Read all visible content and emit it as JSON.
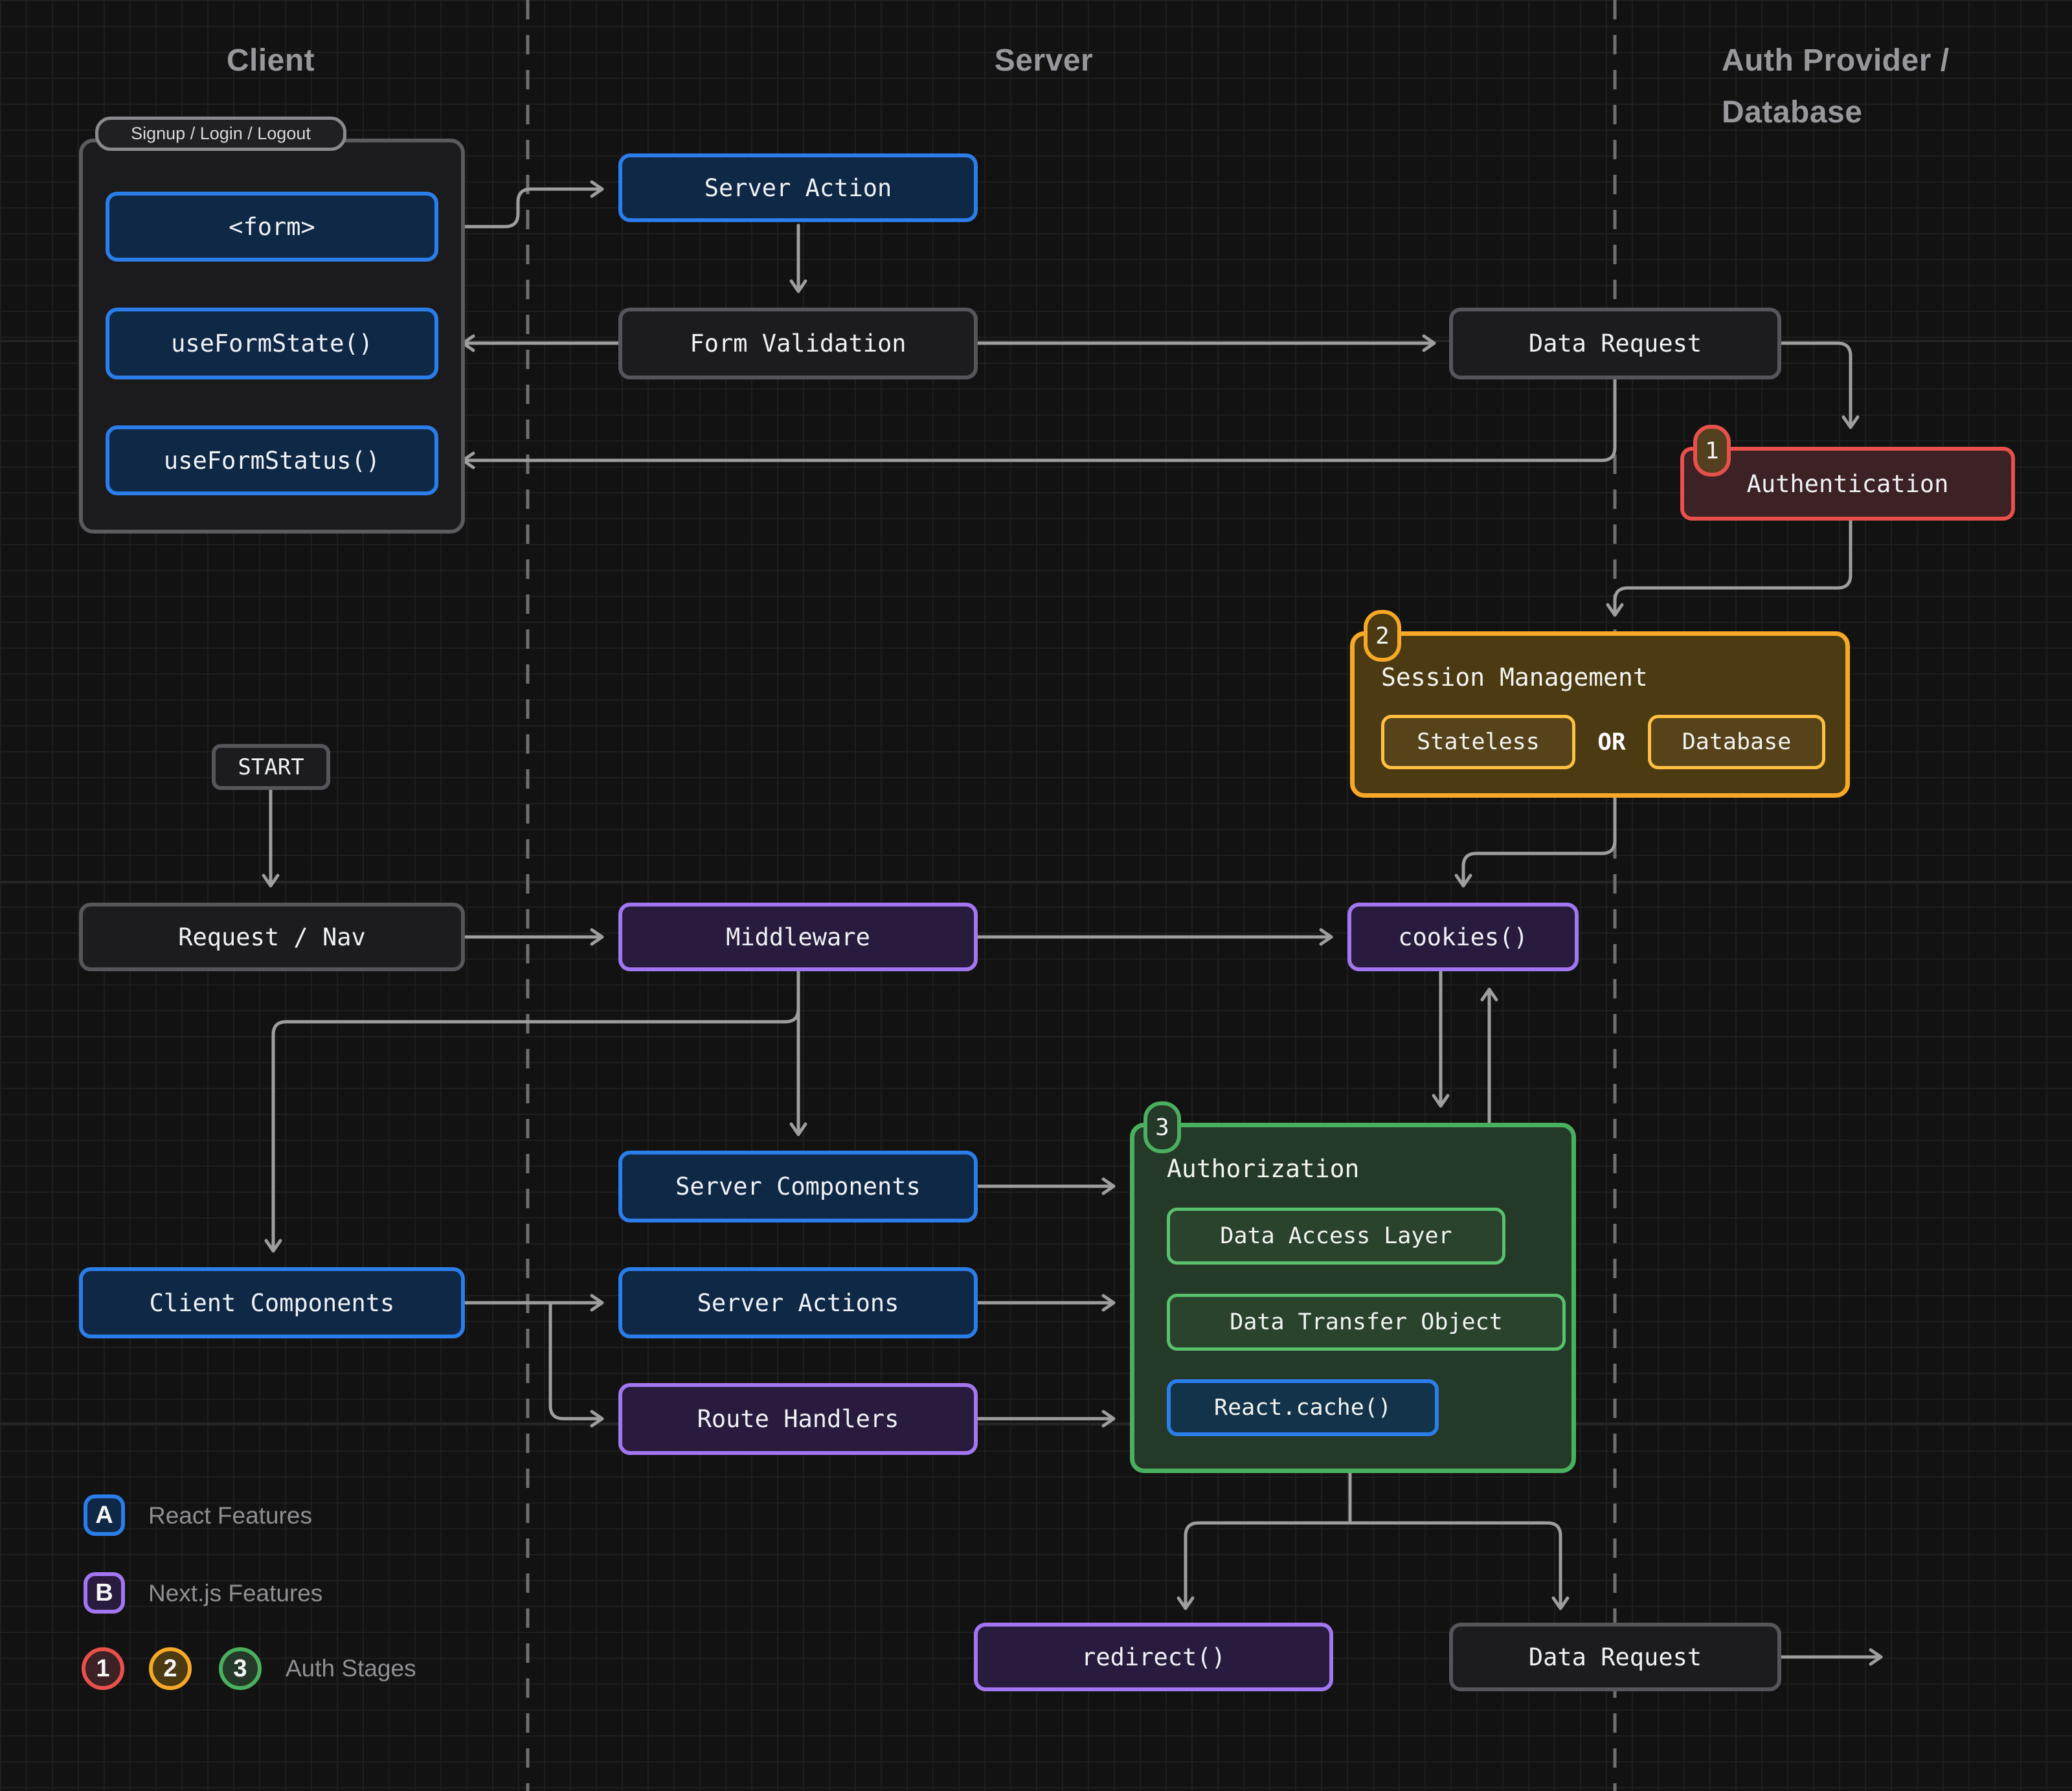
{
  "columns": {
    "client": "Client",
    "server": "Server",
    "auth_line1": "Auth Provider /",
    "auth_line2": "Database"
  },
  "client_group": {
    "tag": "Signup / Login / Logout"
  },
  "nodes": {
    "form": {
      "label": "<form>"
    },
    "use_form_state": {
      "label": "useFormState()"
    },
    "use_form_status": {
      "label": "useFormStatus()"
    },
    "server_action": {
      "label": "Server Action"
    },
    "form_validation": {
      "label": "Form Validation"
    },
    "data_request_top": {
      "label": "Data Request"
    },
    "authentication": {
      "label": "Authentication",
      "badge": "1"
    },
    "session_management": {
      "label": "Session Management",
      "badge": "2",
      "option_left": "Stateless",
      "or": "OR",
      "option_right": "Database"
    },
    "start": {
      "label": "START"
    },
    "request_nav": {
      "label": "Request / Nav"
    },
    "middleware": {
      "label": "Middleware"
    },
    "cookies": {
      "label": "cookies()"
    },
    "server_components": {
      "label": "Server Components"
    },
    "client_components": {
      "label": "Client Components"
    },
    "server_actions": {
      "label": "Server Actions"
    },
    "route_handlers": {
      "label": "Route Handlers"
    },
    "authorization": {
      "label": "Authorization",
      "badge": "3",
      "data_access_layer": "Data Access Layer",
      "data_transfer_object": "Data Transfer Object",
      "react_cache": "React.cache()"
    },
    "redirect": {
      "label": "redirect()"
    },
    "data_request_bottom": {
      "label": "Data Request"
    }
  },
  "legend": {
    "a_label": "A",
    "a_text": "React Features",
    "b_label": "B",
    "b_text": "Next.js Features",
    "stage1": "1",
    "stage2": "2",
    "stage3": "3",
    "stages_text": "Auth Stages"
  },
  "colors": {
    "blue": "#2b7de9",
    "blue-fill": "#0f2846",
    "purple": "#a276f0",
    "purple-fill": "#281b3d",
    "red": "#e8504b",
    "red-fill": "#3c2125",
    "orange": "#f7a827",
    "orange-fill": "#4b3a12",
    "green": "#4aaf5e",
    "green-fill": "#243927",
    "arrow": "#9e9e9e",
    "heading": "#97979c"
  }
}
